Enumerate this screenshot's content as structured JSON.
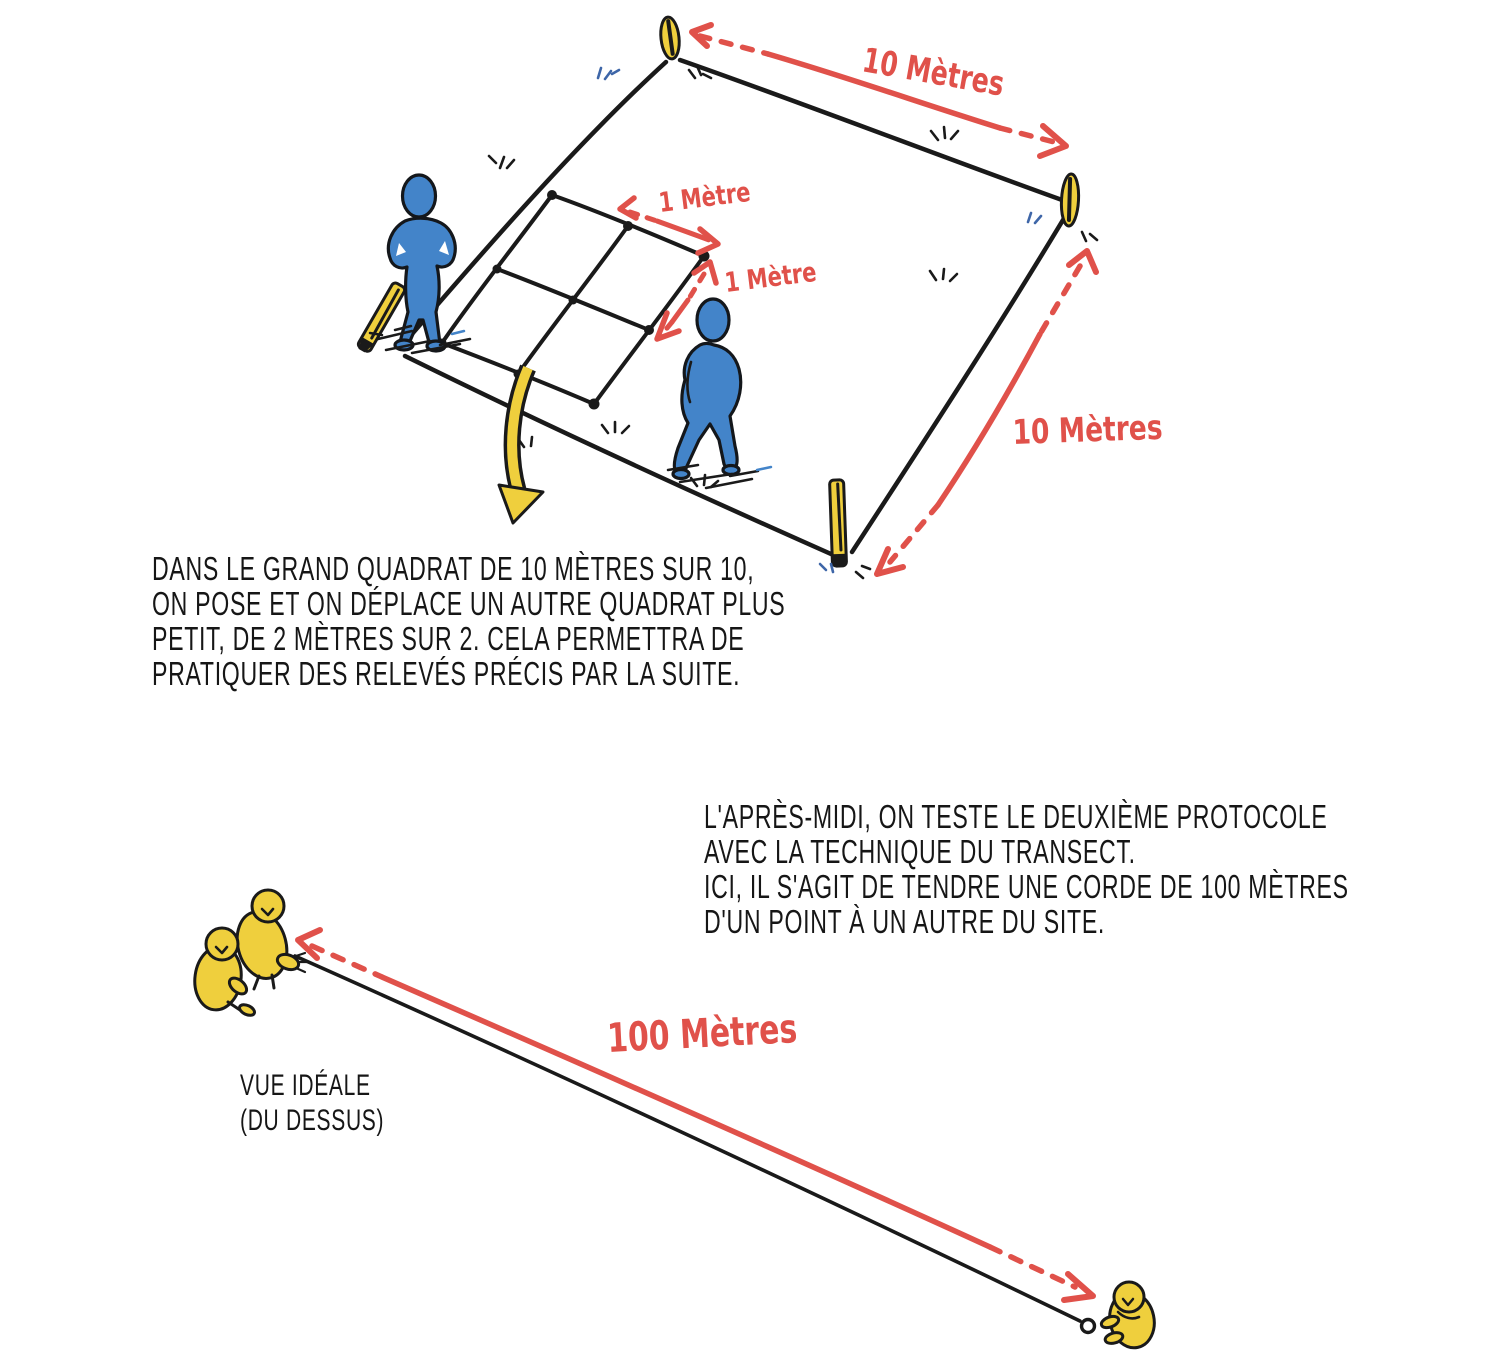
{
  "illustration": {
    "quadrat_scene": {
      "label_top_edge": "10 Mètres",
      "label_right_edge": "10 Mètres",
      "label_small_grid_width": "1 Mètre",
      "label_small_grid_height": "1 Mètre"
    },
    "transect_scene": {
      "label_rope_length": "100 Mètres",
      "caption": {
        "line1": "VUE IDÉALE",
        "line2": "(DU DESSUS)"
      }
    }
  },
  "paragraphs": {
    "quadrat": {
      "lines": [
        "DANS LE GRAND QUADRAT DE 10 MÈTRES SUR 10,",
        "ON POSE ET ON DÉPLACE UN AUTRE QUADRAT PLUS",
        "PETIT, DE 2 MÈTRES SUR 2. CELA PERMETTRA DE",
        "PRATIQUER DES RELEVÉS PRÉCIS PAR LA SUITE."
      ]
    },
    "transect": {
      "lines": [
        "L'APRÈS-MIDI, ON TESTE LE DEUXIÈME PROTOCOLE",
        "AVEC LA TECHNIQUE DU TRANSECT.",
        "ICI, IL S'AGIT DE TENDRE UNE CORDE DE 100 MÈTRES",
        "D'UN POINT À UN AUTRE DU SITE."
      ]
    }
  },
  "colors": {
    "red": "#E0514A",
    "yellow": "#EFCF3D",
    "blue": "#4384C9",
    "ink": "#1A1A1A"
  }
}
